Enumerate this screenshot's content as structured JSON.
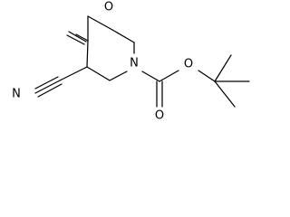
{
  "molecule": {
    "atoms": {
      "ketone_oxygen": "O",
      "nitrile_nitrogen": "N",
      "ring_nitrogen": "N",
      "ester_oxygen": "O",
      "carbonyl_oxygen": "O"
    }
  }
}
